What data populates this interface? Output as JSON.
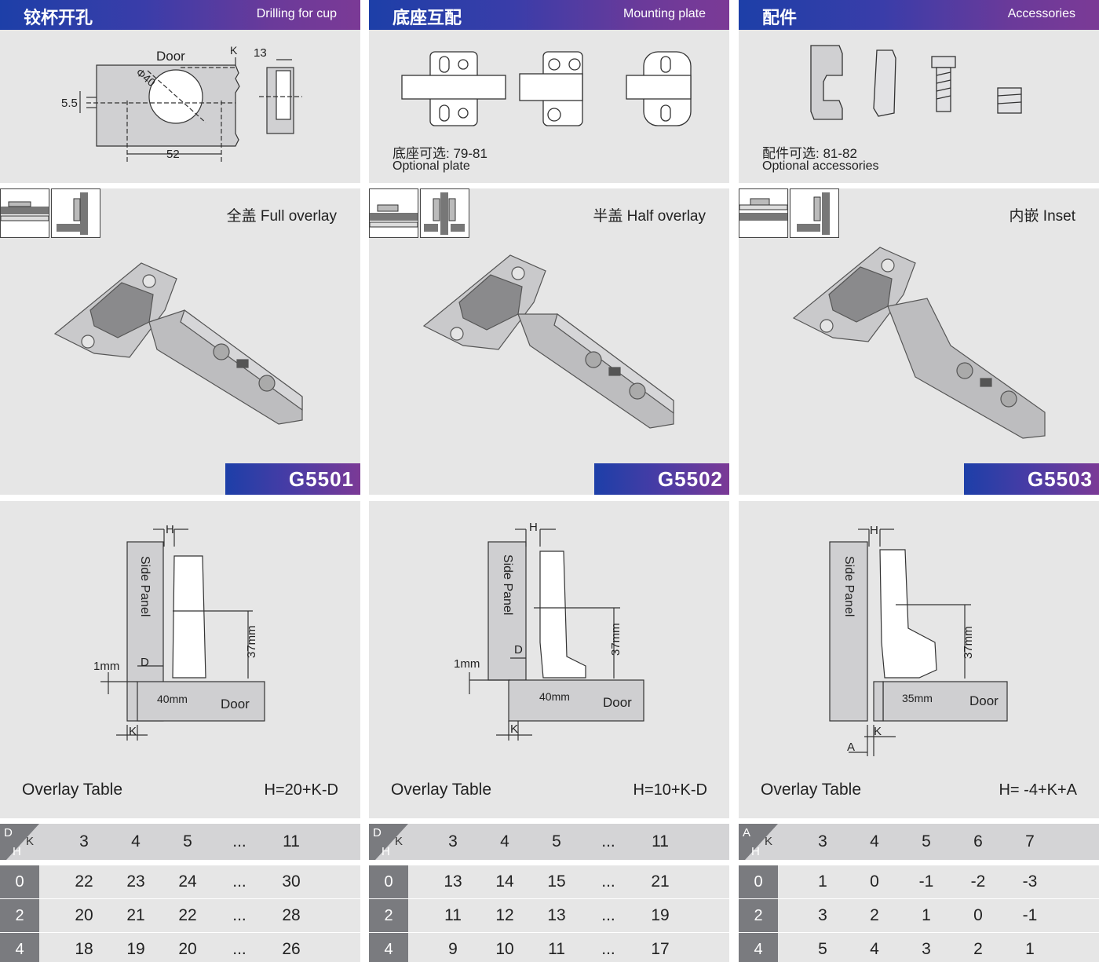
{
  "columns": [
    {
      "header": {
        "cn": "铰杯开孔",
        "en": "Drilling  for cup"
      },
      "overlay_title": "全盖 Full overlay",
      "model": "G5501",
      "table_title": "Overlay Table",
      "formula": "H=20+K-D",
      "table": {
        "corner": [
          "D",
          "H",
          "K"
        ],
        "k_values": [
          "3",
          "4",
          "5",
          "...",
          "11"
        ],
        "rows": [
          {
            "h": "0",
            "values": [
              "22",
              "23",
              "24",
              "...",
              "30"
            ]
          },
          {
            "h": "2",
            "values": [
              "20",
              "21",
              "22",
              "...",
              "28"
            ]
          },
          {
            "h": "4",
            "values": [
              "18",
              "19",
              "20",
              "...",
              "26"
            ]
          }
        ]
      },
      "diagram_labels": {
        "panel": "Side Panel",
        "door": "Door",
        "h": "H",
        "d": "D",
        "k": "K",
        "gap": "1mm",
        "cup": "40mm",
        "depth": "37mm"
      }
    },
    {
      "header": {
        "cn": "底座互配",
        "en": "Mounting plate"
      },
      "overlay_title": "半盖 Half overlay",
      "model": "G5502",
      "table_title": "Overlay Table",
      "formula": "H=10+K-D",
      "table": {
        "corner": [
          "D",
          "H",
          "K"
        ],
        "k_values": [
          "3",
          "4",
          "5",
          "...",
          "11"
        ],
        "rows": [
          {
            "h": "0",
            "values": [
              "13",
              "14",
              "15",
              "...",
              "21"
            ]
          },
          {
            "h": "2",
            "values": [
              "11",
              "12",
              "13",
              "...",
              "19"
            ]
          },
          {
            "h": "4",
            "values": [
              "9",
              "10",
              "11",
              "...",
              "17"
            ]
          }
        ]
      },
      "diagram_labels": {
        "panel": "Side Panel",
        "door": "Door",
        "h": "H",
        "d": "D",
        "k": "K",
        "gap": "1mm",
        "cup": "40mm",
        "depth": "37mm"
      }
    },
    {
      "header": {
        "cn": "配件",
        "en": "Accessories"
      },
      "overlay_title": "内嵌 Inset",
      "model": "G5503",
      "table_title": "Overlay Table",
      "formula": "H= -4+K+A",
      "table": {
        "corner": [
          "A",
          "H",
          "K"
        ],
        "k_values": [
          "3",
          "4",
          "5",
          "6",
          "7"
        ],
        "rows": [
          {
            "h": "0",
            "values": [
              "1",
              "0",
              "-1",
              "-2",
              "-3"
            ]
          },
          {
            "h": "2",
            "values": [
              "3",
              "2",
              "1",
              "0",
              "-1"
            ]
          },
          {
            "h": "4",
            "values": [
              "5",
              "4",
              "3",
              "2",
              "1"
            ]
          }
        ]
      },
      "diagram_labels": {
        "panel": "Side Panel",
        "door": "Door",
        "h": "H",
        "a": "A",
        "k": "K",
        "cup": "35mm",
        "depth": "37mm"
      }
    }
  ],
  "drilling": {
    "door": "Door",
    "k": "K",
    "dim13": "13",
    "dim55": "5.5",
    "dia": "Φ40",
    "dim52": "52"
  },
  "mounting": {
    "cn": "底座可选: 79-81",
    "en": "Optional plate"
  },
  "accessories": {
    "cn": "配件可选: 81-82",
    "en": "Optional accessories"
  }
}
